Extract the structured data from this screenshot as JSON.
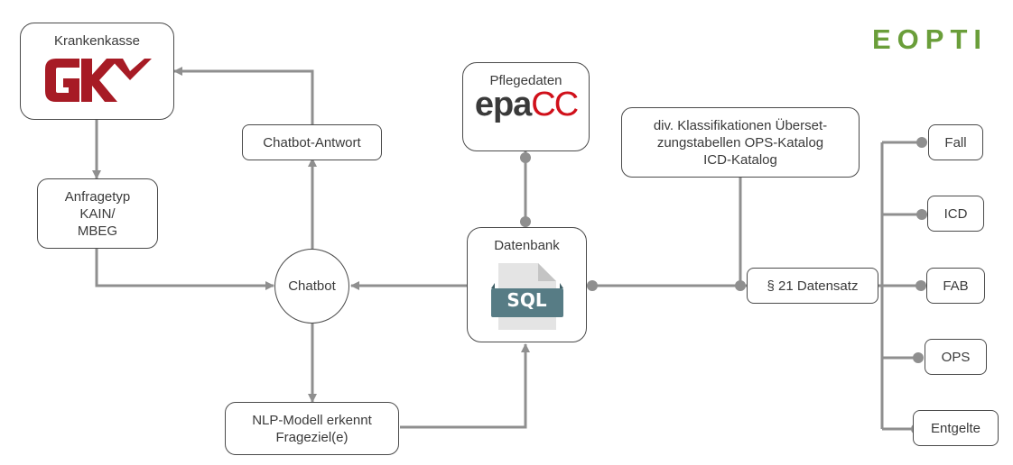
{
  "brand": {
    "name": "EOPTI",
    "color": "#6a9e3a"
  },
  "nodes": {
    "krankenkasse": {
      "title": "Krankenkasse",
      "logo": "GKV",
      "logo_color": "#a71b25"
    },
    "anfragetyp": {
      "lines": [
        "Anfragetyp",
        "KAIN/",
        "MBEG"
      ]
    },
    "chatbot_antwort": {
      "label": "Chatbot-Antwort"
    },
    "chatbot": {
      "label": "Chatbot"
    },
    "nlp": {
      "lines": [
        "NLP-Modell erkennt",
        "Frageziel(e)"
      ]
    },
    "pflegedaten": {
      "title": "Pflegedaten",
      "logo_part1": "epa",
      "logo_part2": "CC"
    },
    "datenbank": {
      "title": "Datenbank",
      "icon_label": "SQL",
      "icon_color": "#577c85"
    },
    "klassifikationen": {
      "lines": [
        "div. Klassifikationen Überset-",
        "zungstabellen OPS-Katalog",
        "ICD-Katalog"
      ]
    },
    "datensatz": {
      "label": "§ 21 Datensatz"
    },
    "outputs": [
      {
        "label": "Fall"
      },
      {
        "label": "ICD"
      },
      {
        "label": "FAB"
      },
      {
        "label": "OPS"
      },
      {
        "label": "Entgelte"
      }
    ]
  },
  "colors": {
    "connector": "#8f8f8f",
    "border": "#4a4a4a"
  }
}
